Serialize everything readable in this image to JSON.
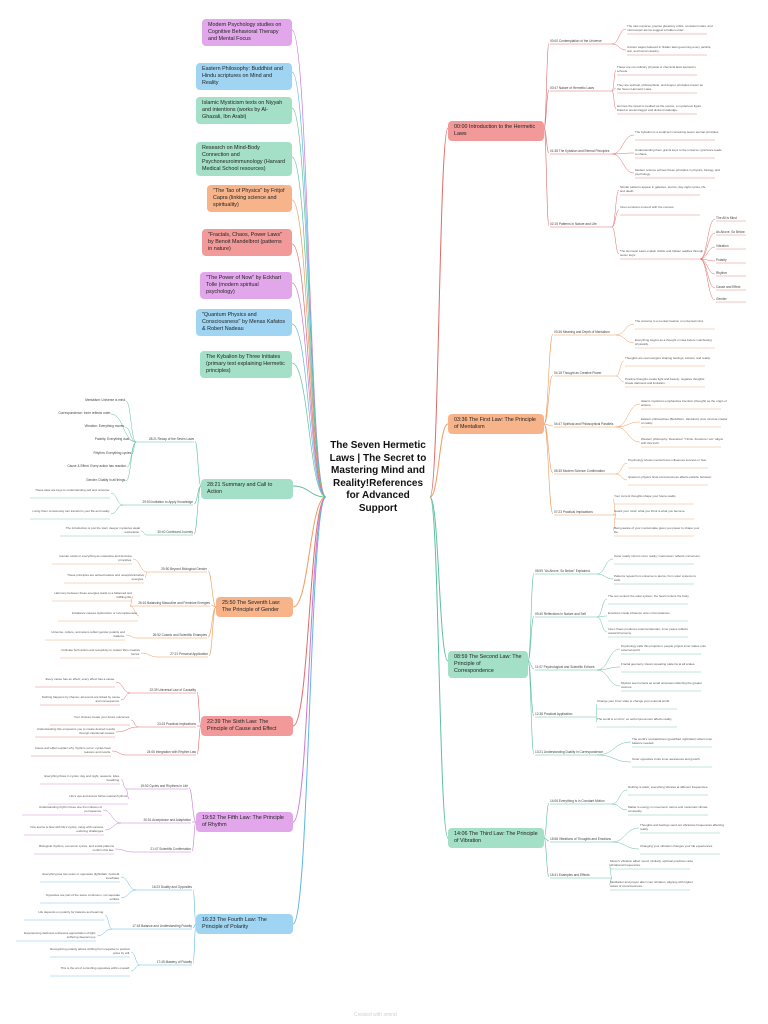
{
  "root": "The Seven Hermetic Laws | The Secret to Mastering Mind and Reality!References for Advanced Support",
  "references": [
    "Modern Psychology studies on Cognitive Behavioral Therapy and Mental Focus",
    "Eastern Philosophy: Buddhist and Hindu scriptures on Mind and Reality",
    "Islamic Mysticism texts on Niyyah and intentions (works by Al-Ghazali, Ibn Arabi)",
    "Research on Mind-Body Connection and Psychoneuroimmunology (Harvard Medical School resources)",
    "\"The Tao of Physics\" by Fritjof Capra (linking science and spirituality)",
    "\"Fractals, Chaos, Power Laws\" by Benoit Mandelbrot (patterns in nature)",
    "\"The Power of Now\" by Eckhart Tolle (modern spiritual psychology)",
    "\"Quantum Physics and Consciousness\" by Menas Kafatos & Robert Nadeau",
    "The Kybalion by Three Initiates (primary text explaining Hermetic principles)"
  ],
  "sections": {
    "intro": {
      "title": "00:00 Introduction to the Hermetic Laws",
      "subs": [
        {
          "label": "00:00 Contemplation of the Universe",
          "leaves": [
            "The vast universe, precise planetary orbits, consistent stars, and microscopic atoms suggest a hidden order.",
            "Ancient sages believed in hidden laws governing every particle, star, and human destiny."
          ]
        },
        {
          "label": "00:47 Nature of Hermetic Laws",
          "leaves": [
            "These are not ordinary physical or chemical laws learned in schools.",
            "They are spiritual, philosophical, and deeper principles known as the Seven Hermetic Laws.",
            "Hermes the Great is credited as the source, a mysterious figure linked to ancient Egypt and divine knowledge."
          ]
        },
        {
          "label": "01:38 The Kybalion and Eternal Principles",
          "leaves": [
            "The Kybalion is a small text containing seven eternal principles.",
            "Understanding them grants keys to the universe; ignorance leads to chaos.",
            "Modern science echoes these principles in physics, biology, and psychology."
          ]
        },
        {
          "label": "02:15 Patterns in Nature and Life",
          "leaves": [
            "Similar patterns appear in galaxies, storms, day-night cycles, life and death.",
            "Inner emotions connect with the cosmos.",
            "The Hermetic Laws explain visible and hidden realities through seven keys:"
          ]
        }
      ],
      "keys": [
        "The All is Mind",
        "As Above, So Below",
        "Vibration",
        "Polarity",
        "Rhythm",
        "Cause and Effect",
        "Gender"
      ]
    },
    "first": {
      "title": "03:36 The First Law: The Principle of Mentalism",
      "subs": [
        {
          "label": "03:36 Meaning and Depth of Mentalism",
          "leaves": [
            "The universe is a mental creation or universal mind.",
            "Everything begins as a thought or idea before manifesting physically."
          ]
        },
        {
          "label": "04:18 Thought as Creative Power",
          "leaves": [
            "Thoughts are real energies shaping feelings, actions, and reality.",
            "Positive thoughts create light and beauty; negative thoughts create darkness and limitation."
          ]
        },
        {
          "label": "04:47 Spiritual and Philosophical Parallels",
          "leaves": [
            "Islamic mysticism emphasizes intention (thought) as the origin of actions.",
            "Eastern philosophies (Buddhism, Hinduism) view mind as creator of reality.",
            "Western philosophy: Descartes' \"I think, therefore I am\" aligns with this truth."
          ]
        },
        {
          "label": "05:35 Modern Science Confirmation",
          "leaves": [
            "Psychology shows mental focus influences success or fear.",
            "Quantum physics finds consciousness affects particle behavior."
          ]
        },
        {
          "label": "07:23 Practical Implications",
          "leaves": [
            "Your current thoughts shape your future reality.",
            "Guard your mind; what you think is what you become.",
            "Being aware of your mental state gives you power to shape your life."
          ]
        }
      ]
    },
    "second": {
      "title": "08:59 The Second Law: The Principle of Correspondence",
      "subs": [
        {
          "label": "08:59 \"As Above, So Below\" Explained",
          "leaves": [
            "Outer reality mirrors inner reality; macrocosm reflects microcosm.",
            "Patterns repeat from universe to atoms, from solar systems to cells."
          ]
        },
        {
          "label": "09:40 Reflections in Nature and Self",
          "leaves": [
            "The sun centers the solar system; the heart centers the body.",
            "Emotions inside influence outer circumstances.",
            "Inner chaos produces external disorder; inner peace reflects outward harmony."
          ]
        },
        {
          "label": "11:07 Psychological and Scientific Echoes",
          "leaves": [
            "Psychology calls this projection: people project inner states onto external world.",
            "Fractal geometry shows repeating patterns at all scales.",
            "Mystics see humans as small universes reflecting the greater cosmos."
          ]
        },
        {
          "label": "12:38 Practical Application",
          "leaves": [
            "Change your inner state to change your external world.",
            "The world is a mirror; so self-improvement affects reality."
          ]
        },
        {
          "label": "13:21 Understanding Duality in Correspondence",
          "leaves": [
            "The world's contradictions (good/bad, light/dark) reflect inner balance needed.",
            "Outer opposites invite inner awareness and growth."
          ]
        }
      ]
    },
    "third": {
      "title": "14:06 The Third Law: The Principle of Vibration",
      "subs": [
        {
          "label": "14:06 Everything is in Constant Motion",
          "leaves": [
            "Nothing is static; everything vibrates at different frequencies.",
            "Matter is energy in movement; atoms and molecules vibrate constantly."
          ]
        },
        {
          "label": "15:58 Vibrations of Thoughts and Emotions",
          "leaves": [
            "Thoughts and feelings send out vibrations frequencies affecting reality.",
            "Changing your vibration changes your life experiences."
          ]
        },
        {
          "label": "15:41 Examples and Effects",
          "leaves": [
            "Music's vibration affect mood; similarly, spiritual practices raise vibrational frequencies.",
            "Meditation and prayer alter inner vibration, aligning with higher states of consciousness."
          ]
        }
      ]
    },
    "summary": {
      "title": "28:21 Summary and Call to Action",
      "subs": [
        {
          "label": "28:21 Recap of the Seven Laws",
          "leaves": [
            "Mentalism: Universe is mind.",
            "Correspondence: Inner reflects outer.",
            "Vibration: Everything moves.",
            "Polarity: Everything dual.",
            "Rhythm: Everything cycles.",
            "Cause & Effect: Every action has reaction.",
            "Gender: Duality in all things."
          ]
        },
        {
          "label": "29:53 Invitation to Apply Knowledge",
          "leaves": [
            "These laws are keys to understanding self and universe.",
            "Living them consciously can transform your life and reality."
          ]
        },
        {
          "label": "30:40 Continued Journey",
          "leaves": [
            "The introduction is just the start; deeper mysteries await exploration."
          ]
        }
      ]
    },
    "seventh": {
      "title": "25:50 The Seventh Law: The Principle of Gender",
      "subs": [
        {
          "label": "25:50 Beyond Biological Gender",
          "leaves": [
            "Gender exists in everything as masculine and feminine principles.",
            "These principles are active/creative and receptive/intuitive energies."
          ]
        },
        {
          "label": "26:16 Balancing Masculine and Feminine Energies",
          "leaves": [
            "Harmony between these energies leads to a balanced and fulfilling life.",
            "Imbalance causes dysfunction or incompleteness."
          ]
        },
        {
          "label": "26:52 Cosmic and Scientific Examples",
          "leaves": [
            "Universe, culture, and atoms reflect gender polarity and balance."
          ]
        },
        {
          "label": "27:21 Personal Application",
          "leaves": [
            "Cultivate both action and receptivity to master life's creative forces."
          ]
        }
      ]
    },
    "sixth": {
      "title": "22:39 The Sixth Law: The Principle of Cause and Effect",
      "subs": [
        {
          "label": "22:39 Universal Law of Causality",
          "leaves": [
            "Every cause has an effect; every effect has a cause.",
            "Nothing happens by chance; all events are linked by cause and consequence."
          ]
        },
        {
          "label": "23:23 Practical Implications",
          "leaves": [
            "Your choices create your future outcomes.",
            "Understanding this empowers you to create desired results through intentional causes."
          ]
        },
        {
          "label": "24:06 Integration with Rhythm Law",
          "leaves": [
            "Cause and effect explain why rhythms occur; cycles have reasons and results."
          ]
        }
      ]
    },
    "fifth": {
      "title": "19:52 The Fifth Law: The Principle of Rhythm",
      "subs": [
        {
          "label": "19:52 Cycles and Rhythms in Life",
          "leaves": [
            "Everything flows in cycles: day and night, seasons, tides, breathing.",
            "Life's ups and downs follow natural rhythms."
          ]
        },
        {
          "label": "20:51 Acceptance and Adaptation",
          "leaves": [
            "Understanding rhythm frees one from illusion of permanence.",
            "One learns to flow with life's cycles, rising with success, enduring challenges."
          ]
        },
        {
          "label": "21:47 Scientific Confirmation",
          "leaves": [
            "Biological rhythms, economic cycles, and social patterns confirm this law."
          ]
        }
      ]
    },
    "fourth": {
      "title": "16:23 The Fourth Law: The Principle of Polarity",
      "subs": [
        {
          "label": "16:23 Duality and Opposites",
          "leaves": [
            "Everything has two poles or opposites (light/dark, hot/cold, love/hate).",
            "Opposites are part of the same continuum, not separate entities."
          ]
        },
        {
          "label": "17:18 Balance and Understanding Polarity",
          "leaves": [
            "Life depends on polarity for balance and learning.",
            "Experiencing darkness enhances appreciation of light; suffering deepens joy."
          ]
        },
        {
          "label": "17:45 Mastery of Polarity",
          "leaves": [
            "Recognizing polarity allows shifting from negative to positive poles by will.",
            "This is the art of controlling opposites within oneself."
          ]
        }
      ]
    }
  },
  "watermark": "Created with xmind",
  "colors": {
    "ref_purple": "#e2a7ea",
    "ref_blue": "#9fd5f3",
    "ref_green": "#a4dfc8",
    "ref_orange": "#f7b38a",
    "ref_red": "#f29a9a",
    "intro": "#f29a9a",
    "first": "#f7b38a",
    "second": "#a4dfc8",
    "third": "#a4dfc8",
    "summary": "#a4dfc8",
    "seventh": "#f7b38a",
    "sixth": "#f29a9a",
    "fifth": "#e2a7ea",
    "fourth": "#9fd5f3"
  }
}
